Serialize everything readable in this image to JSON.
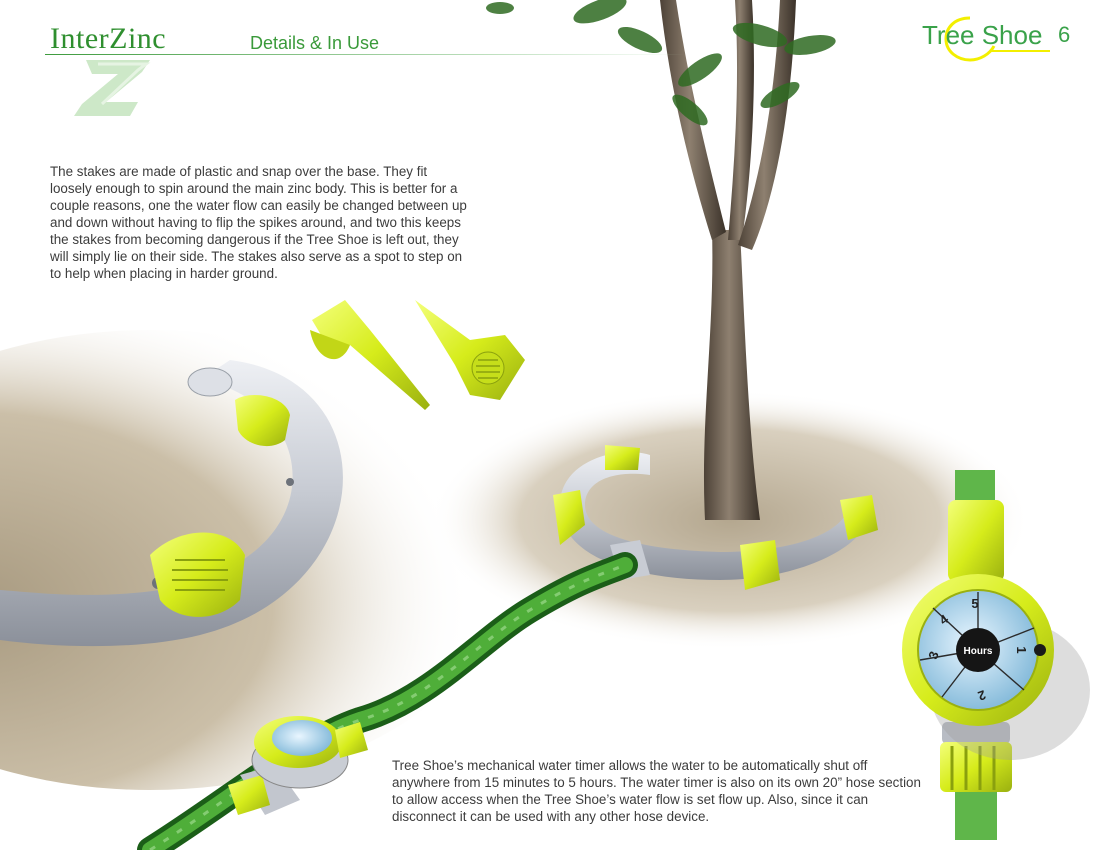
{
  "header": {
    "brand": "InterZinc",
    "subtitle": "Details & In Use",
    "product_name": "Tree Shoe",
    "page_number": "6"
  },
  "body": {
    "stakes_text": "The stakes are made of plastic and snap over the base.  They fit loosely enough to spin around the main zinc body.   This is better for a couple reasons, one the water flow can easily be changed between up and down without having to flip the spikes around, and two this keeps the stakes from becoming dangerous if the Tree Shoe is left out, they will simply lie on their side.  The stakes also serve as a spot to step on to help when placing in harder ground.",
    "timer_text": "Tree Shoe’s mechanical water timer allows the water to be automatically shut off anywhere from 15 minutes to 5 hours. The water timer is also on its own 20” hose section to allow access when the Tree Shoe’s water flow is set flow up.  Also, since it can disconnect it can be used with any other hose device."
  },
  "timer_dial": {
    "center_label": "Hours",
    "numbers": [
      "1",
      "2",
      "3",
      "4",
      "5"
    ]
  },
  "colors": {
    "brand_green": "#2f8f2f",
    "accent_yellow": "#d9ef1f",
    "hose_green": "#3a9a2a",
    "zinc_silver": "#c9ccd3"
  }
}
